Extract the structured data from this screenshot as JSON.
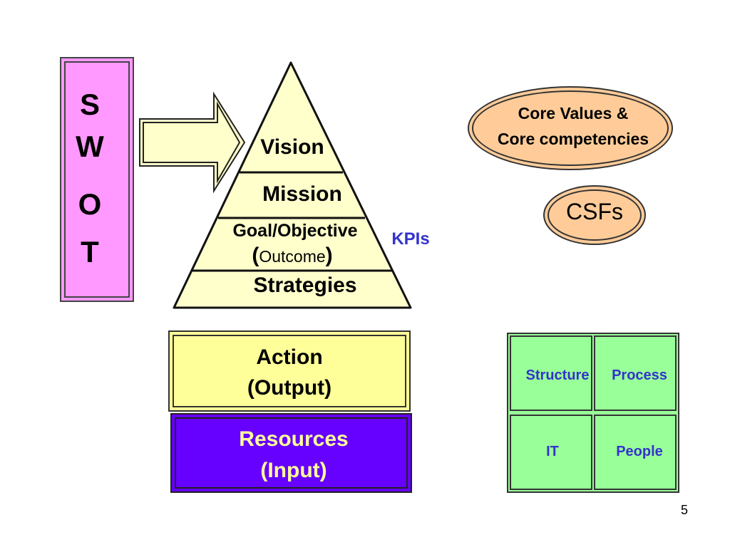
{
  "swot": {
    "letters": [
      "S",
      "W",
      "O",
      "T"
    ]
  },
  "pyramid": {
    "vision": "Vision",
    "mission": "Mission",
    "goal": "Goal/Objective",
    "outcome_open": "(",
    "outcome": "Outcome",
    "outcome_close": ")",
    "strategies": "Strategies"
  },
  "kpis": "KPIs",
  "core_values": {
    "line1": "Core Values &",
    "line2": "Core competencies"
  },
  "csfs": "CSFs",
  "action": {
    "line1": "Action",
    "line2": "(Output)"
  },
  "resources": {
    "line1": "Resources",
    "line2": "(Input)"
  },
  "grid": {
    "structure": "Structure",
    "process": "Process",
    "it": "IT",
    "people": "People"
  },
  "slide_number": "5",
  "colors": {
    "swot_fill": "#ff99ff",
    "pyramid_fill": "#ffffcc",
    "action_fill": "#ffff99",
    "resources_fill": "#6600ff",
    "resources_text": "#ffff99",
    "ellipse_fill": "#ffcc99",
    "grid_fill": "#99ff99",
    "accent_text": "#3333cc"
  }
}
